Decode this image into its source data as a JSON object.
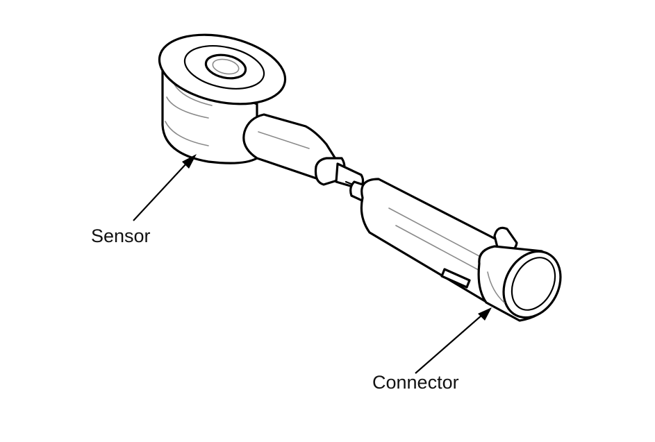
{
  "labels": {
    "sensor": "Sensor",
    "connector": "Connector"
  },
  "icons": {
    "sensor_part": "knock-sensor-body",
    "connector_part": "wire-harness-connector"
  }
}
